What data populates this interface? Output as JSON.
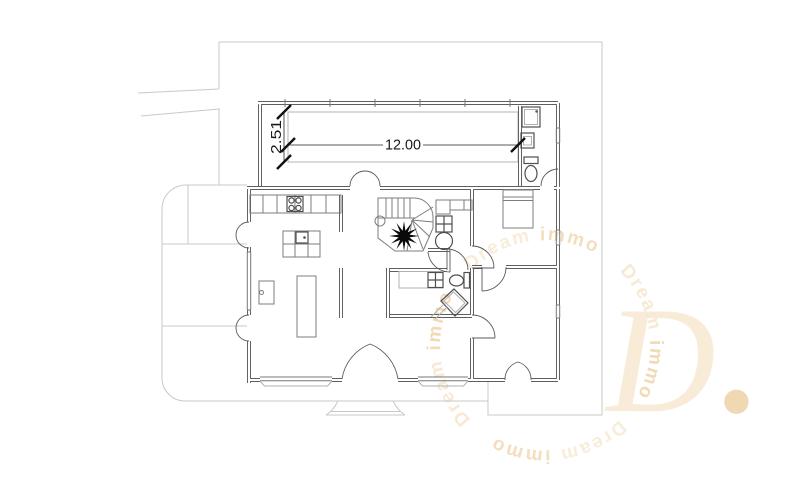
{
  "watermark": {
    "ring_word1": "Dream",
    "ring_word2": "immo",
    "monogram_letter": "D",
    "monogram_dot": ".",
    "colors": {
      "ring_light": "#f7e9d3",
      "ring_mid": "#f1dab5",
      "monogram": "#f8ecd8",
      "monogram_dot": "#f0d8b2"
    }
  },
  "floor_plan": {
    "dimensions": {
      "pool_length_m": "12.00",
      "pool_width_m": "2.51"
    },
    "colors": {
      "wall": "#474747",
      "furniture": "#7d7d7d",
      "boundary": "#c9c9c9",
      "dimension_text": "#1a1a1a",
      "background": "#ffffff"
    }
  }
}
